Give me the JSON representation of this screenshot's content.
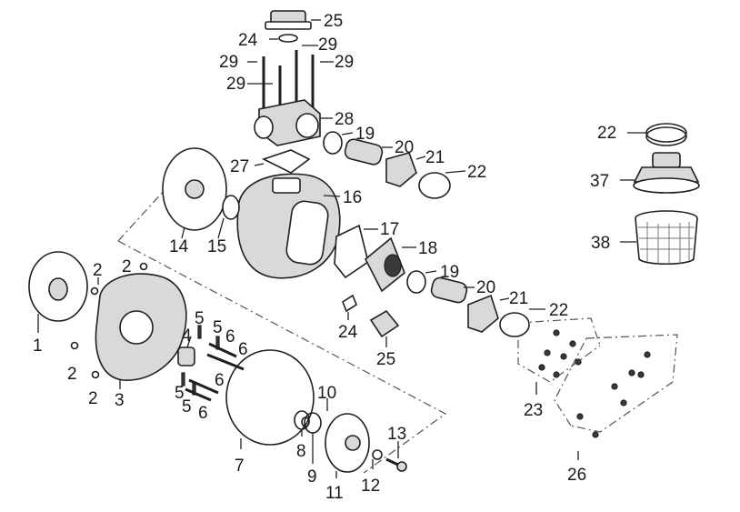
{
  "diagram": {
    "line_color": "#1f1f1f",
    "callouts": [
      {
        "id": "c25a",
        "text": "25"
      },
      {
        "id": "c24a",
        "text": "24"
      },
      {
        "id": "c29a",
        "text": "29"
      },
      {
        "id": "c29b",
        "text": "29"
      },
      {
        "id": "c29c",
        "text": "29"
      },
      {
        "id": "c29d",
        "text": "29"
      },
      {
        "id": "c28",
        "text": "28"
      },
      {
        "id": "c19a",
        "text": "19"
      },
      {
        "id": "c20a",
        "text": "20"
      },
      {
        "id": "c21a",
        "text": "21"
      },
      {
        "id": "c22a",
        "text": "22"
      },
      {
        "id": "c27",
        "text": "27"
      },
      {
        "id": "c16",
        "text": "16"
      },
      {
        "id": "c17",
        "text": "17"
      },
      {
        "id": "c18",
        "text": "18"
      },
      {
        "id": "c19b",
        "text": "19"
      },
      {
        "id": "c20b",
        "text": "20"
      },
      {
        "id": "c21b",
        "text": "21"
      },
      {
        "id": "c22b",
        "text": "22"
      },
      {
        "id": "c14",
        "text": "14"
      },
      {
        "id": "c15",
        "text": "15"
      },
      {
        "id": "c24b",
        "text": "24"
      },
      {
        "id": "c25b",
        "text": "25"
      },
      {
        "id": "c1",
        "text": "1"
      },
      {
        "id": "c2a",
        "text": "2"
      },
      {
        "id": "c2b",
        "text": "2"
      },
      {
        "id": "c2c",
        "text": "2"
      },
      {
        "id": "c2d",
        "text": "2"
      },
      {
        "id": "c3",
        "text": "3"
      },
      {
        "id": "c4",
        "text": "4"
      },
      {
        "id": "c5a",
        "text": "5"
      },
      {
        "id": "c5b",
        "text": "5"
      },
      {
        "id": "c5c",
        "text": "5"
      },
      {
        "id": "c5d",
        "text": "5"
      },
      {
        "id": "c6a",
        "text": "6"
      },
      {
        "id": "c6b",
        "text": "6"
      },
      {
        "id": "c6c",
        "text": "6"
      },
      {
        "id": "c6d",
        "text": "6"
      },
      {
        "id": "c7",
        "text": "7"
      },
      {
        "id": "c8",
        "text": "8"
      },
      {
        "id": "c9",
        "text": "9"
      },
      {
        "id": "c10",
        "text": "10"
      },
      {
        "id": "c11",
        "text": "11"
      },
      {
        "id": "c12",
        "text": "12"
      },
      {
        "id": "c13",
        "text": "13"
      },
      {
        "id": "c23",
        "text": "23"
      },
      {
        "id": "c26",
        "text": "26"
      },
      {
        "id": "c22c",
        "text": "22"
      },
      {
        "id": "c37",
        "text": "37"
      },
      {
        "id": "c38",
        "text": "38"
      }
    ]
  }
}
